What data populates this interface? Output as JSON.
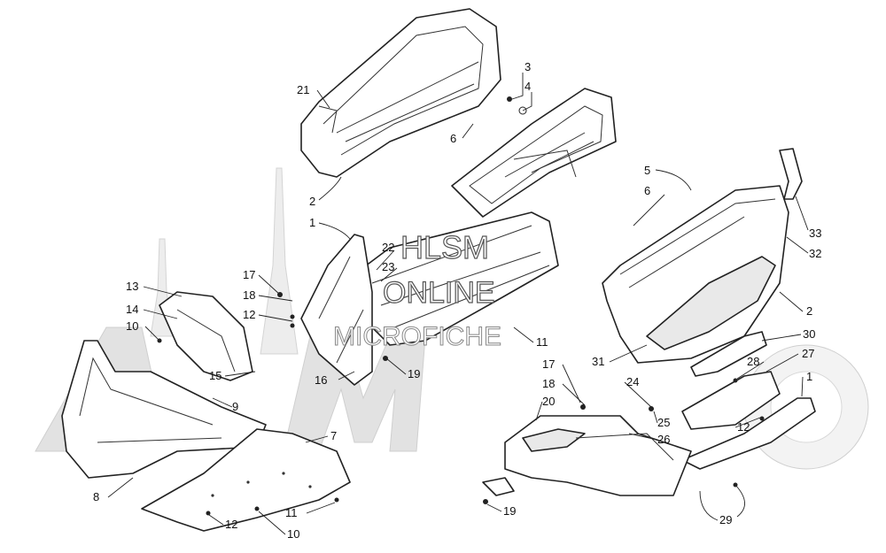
{
  "watermark": {
    "line1": "HLSM",
    "line2": "ONLINE",
    "line3": "MICROFICHE"
  },
  "callouts": [
    {
      "id": "c-3",
      "text": "3"
    },
    {
      "id": "c-4",
      "text": "4"
    },
    {
      "id": "c-21",
      "text": "21"
    },
    {
      "id": "c-6a",
      "text": "6"
    },
    {
      "id": "c-2a",
      "text": "2"
    },
    {
      "id": "c-5",
      "text": "5"
    },
    {
      "id": "c-6b",
      "text": "6"
    },
    {
      "id": "c-33",
      "text": "33"
    },
    {
      "id": "c-32",
      "text": "32"
    },
    {
      "id": "c-1a",
      "text": "1"
    },
    {
      "id": "c-22",
      "text": "22"
    },
    {
      "id": "c-23",
      "text": "23"
    },
    {
      "id": "c-17a",
      "text": "17"
    },
    {
      "id": "c-18a",
      "text": "18"
    },
    {
      "id": "c-12a",
      "text": "12"
    },
    {
      "id": "c-13",
      "text": "13"
    },
    {
      "id": "c-14",
      "text": "14"
    },
    {
      "id": "c-10a",
      "text": "10"
    },
    {
      "id": "c-15",
      "text": "15"
    },
    {
      "id": "c-16",
      "text": "16"
    },
    {
      "id": "c-19a",
      "text": "19"
    },
    {
      "id": "c-11a",
      "text": "11"
    },
    {
      "id": "c-2b",
      "text": "2"
    },
    {
      "id": "c-30",
      "text": "30"
    },
    {
      "id": "c-31",
      "text": "31"
    },
    {
      "id": "c-28",
      "text": "28"
    },
    {
      "id": "c-27",
      "text": "27"
    },
    {
      "id": "c-1b",
      "text": "1"
    },
    {
      "id": "c-17b",
      "text": "17"
    },
    {
      "id": "c-18b",
      "text": "18"
    },
    {
      "id": "c-24",
      "text": "24"
    },
    {
      "id": "c-20",
      "text": "20"
    },
    {
      "id": "c-25",
      "text": "25"
    },
    {
      "id": "c-26",
      "text": "26"
    },
    {
      "id": "c-12b",
      "text": "12"
    },
    {
      "id": "c-9",
      "text": "9"
    },
    {
      "id": "c-7",
      "text": "7"
    },
    {
      "id": "c-8",
      "text": "8"
    },
    {
      "id": "c-11b",
      "text": "11"
    },
    {
      "id": "c-12c",
      "text": "12"
    },
    {
      "id": "c-10b",
      "text": "10"
    },
    {
      "id": "c-19b",
      "text": "19"
    },
    {
      "id": "c-29",
      "text": "29"
    }
  ]
}
